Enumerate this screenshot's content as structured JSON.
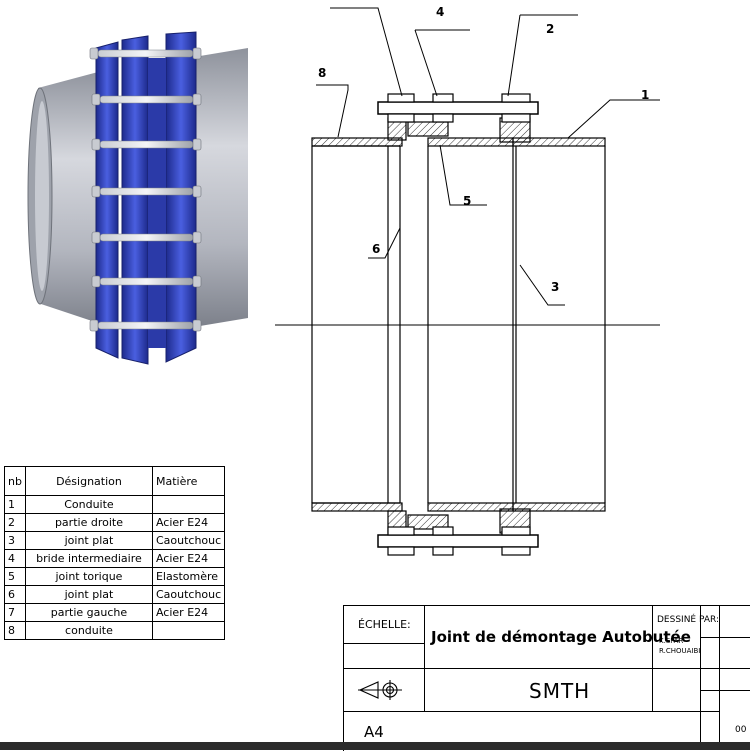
{
  "callouts": [
    {
      "num": "1"
    },
    {
      "num": "2"
    },
    {
      "num": "3"
    },
    {
      "num": "4"
    },
    {
      "num": "5"
    },
    {
      "num": "6"
    },
    {
      "num": "8"
    }
  ],
  "bom": {
    "headers": {
      "nb": "nb",
      "designation": "Désignation",
      "material": "Matière"
    },
    "rows": [
      {
        "nb": "1",
        "designation": "Conduite",
        "material": ""
      },
      {
        "nb": "2",
        "designation": "partie droite",
        "material": "Acier E24"
      },
      {
        "nb": "3",
        "designation": "joint plat",
        "material": "Caoutchouc"
      },
      {
        "nb": "4",
        "designation": "bride intermediaire",
        "material": "Acier E24"
      },
      {
        "nb": "5",
        "designation": "joint torique",
        "material": "Elastomère"
      },
      {
        "nb": "6",
        "designation": "joint plat",
        "material": "Caoutchouc"
      },
      {
        "nb": "7",
        "designation": "partie gauche",
        "material": "Acier E24"
      },
      {
        "nb": "8",
        "designation": "conduite",
        "material": ""
      }
    ]
  },
  "title_block": {
    "scale_label": "ÉCHELLE:",
    "title": "Joint de démontage Autobutée",
    "drawn_by_label": "DESSINÉ PAR:",
    "authors": [
      "K.SFAR",
      "R.CHOUAIBI"
    ],
    "company": "SMTH",
    "format": "A4",
    "edge_text": "00"
  },
  "colors": {
    "flange_blue": "#3b4fc8",
    "pipe_grey": "#b9bcc6",
    "hatch": "#000000"
  }
}
